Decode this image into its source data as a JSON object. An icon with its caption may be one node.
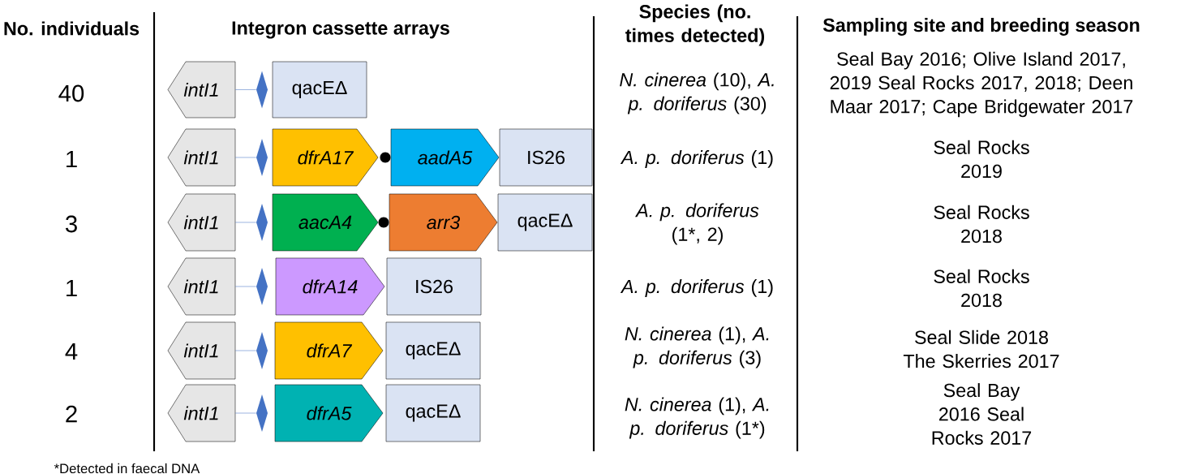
{
  "diagram": {
    "nodes": [
      {
        "text": [
          "intI1"
        ]
      },
      {
        "text": [],
        "shape": "diamond"
      },
      {
        "text": [
          "qacEΔ"
        ]
      },
      {
        "text": [
          "intI1"
        ]
      },
      {
        "text": [],
        "shape": "diamond"
      },
      {
        "text": [
          "dfrA17"
        ]
      },
      {
        "text": [
          "aadA5"
        ]
      },
      {
        "text": [
          "IS26"
        ]
      },
      {
        "text": [
          "intI1"
        ]
      },
      {
        "text": [],
        "shape": "diamond"
      },
      {
        "text": [
          "aacA4"
        ]
      },
      {
        "text": [
          "arr3"
        ]
      },
      {
        "text": [
          "qacEΔ"
        ]
      },
      {
        "text": [
          "intI1"
        ]
      },
      {
        "text": [],
        "shape": "diamond"
      },
      {
        "text": [
          "dfrA14"
        ]
      },
      {
        "text": [
          "IS26"
        ]
      },
      {
        "text": [
          "intI1"
        ]
      },
      {
        "text": [],
        "shape": "diamond"
      },
      {
        "text": [
          "dfrA7"
        ]
      },
      {
        "text": [
          "qacEΔ"
        ]
      },
      {
        "text": [
          "intI1"
        ]
      },
      {
        "text": [],
        "shape": "diamond"
      },
      {
        "text": [
          "dfrA5"
        ]
      },
      {
        "text": [
          "qacEΔ"
        ]
      }
    ],
    "edges": [
      {
        "from": 0,
        "to": 1,
        "arrow": "none"
      },
      {
        "from": 3,
        "to": 4,
        "arrow": "none"
      },
      {
        "from": 8,
        "to": 9,
        "arrow": "none"
      },
      {
        "from": 13,
        "to": 14,
        "arrow": "none"
      },
      {
        "from": 17,
        "to": 18,
        "arrow": "none"
      },
      {
        "from": 21,
        "to": 22,
        "arrow": "none"
      }
    ],
    "labels": [
      "No. individuals",
      "Integron cassette arrays",
      "Species (no. times detected)",
      "Sampling site and breeding season",
      "40",
      "*N. cinerea* (10), *A. p. doriferus* (30)",
      "Seal Bay 2016; Olive Island 2017, 2019 Seal Rocks 2017, 2018; Deen Maar 2017; Cape Bridgewater 2017",
      "1",
      "*A. p. doriferus* (1)",
      "Seal Rocks 2019",
      "3",
      "*A. p. doriferus* (1*, 2)",
      "Seal Rocks 2018",
      "1",
      "*A. p. doriferus* (1)",
      "Seal Rocks 2018",
      "4",
      "*N. cinerea* (1), *A. p. doriferus* (3)",
      "Seal Slide 2018 The Skerries 2017",
      "2",
      "*N. cinerea* (1), *A. p. doriferus* (1*)",
      "Seal Bay 2016 Seal Rocks 2017",
      "*Detected in faecal DNA"
    ]
  }
}
